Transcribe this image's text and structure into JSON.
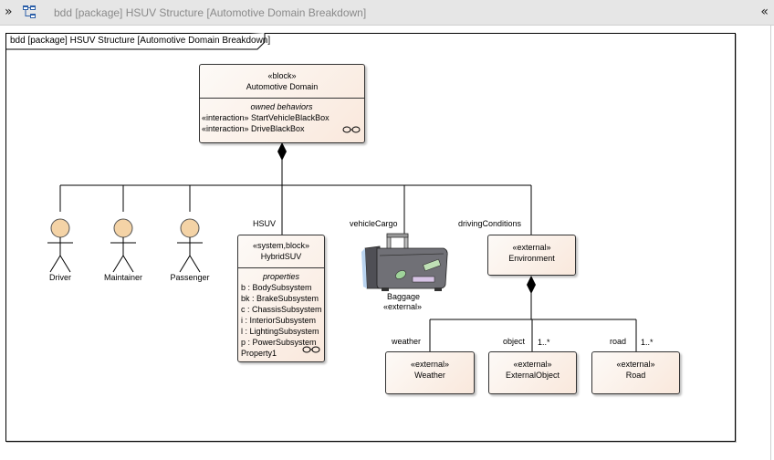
{
  "toolbar": {
    "expand_icon": "double-chevron-right",
    "diagram_icon": "class-diagram",
    "tab_title": "bdd [package] HSUV Structure [Automotive Domain Breakdown]",
    "collapse_icon": "double-chevron-left"
  },
  "frame": {
    "label": "bdd [package] HSUV Structure [Automotive Domain Breakdown]"
  },
  "colors": {
    "block_fill_start": "#fdfaf7",
    "block_fill_end": "#f9e8dc",
    "actor_head": "#f4d3a6",
    "line": "#000000"
  },
  "blocks": {
    "automotive_domain": {
      "stereotype": "«block»",
      "name": "Automotive Domain",
      "compartment_title": "owned behaviors",
      "rows": [
        "«interaction» StartVehicleBlackBox",
        "«interaction» DriveBlackBox"
      ]
    },
    "hybrid_suv": {
      "stereotype": "«system,block»",
      "name": "HybridSUV",
      "compartment_title": "properties",
      "rows": [
        "b : BodySubsystem",
        "bk : BrakeSubsystem",
        "c : ChassisSubsystem",
        "i : InteriorSubsystem",
        "l : LightingSubsystem",
        "p : PowerSubsystem",
        "Property1"
      ]
    },
    "environment": {
      "stereotype": "«external»",
      "name": "Environment"
    },
    "weather": {
      "stereotype": "«external»",
      "name": "Weather"
    },
    "external_object": {
      "stereotype": "«external»",
      "name": "ExternalObject"
    },
    "road": {
      "stereotype": "«external»",
      "name": "Road"
    }
  },
  "actors": [
    {
      "name": "Driver"
    },
    {
      "name": "Maintainer"
    },
    {
      "name": "Passenger"
    }
  ],
  "baggage": {
    "name": "Baggage",
    "stereotype": "«external»"
  },
  "roles": {
    "hsuv": "HSUV",
    "vehicle_cargo": "vehicleCargo",
    "driving_conditions": "drivingConditions",
    "weather": "weather",
    "object": "object",
    "object_mult": "1..*",
    "road": "road",
    "road_mult": "1..*"
  }
}
